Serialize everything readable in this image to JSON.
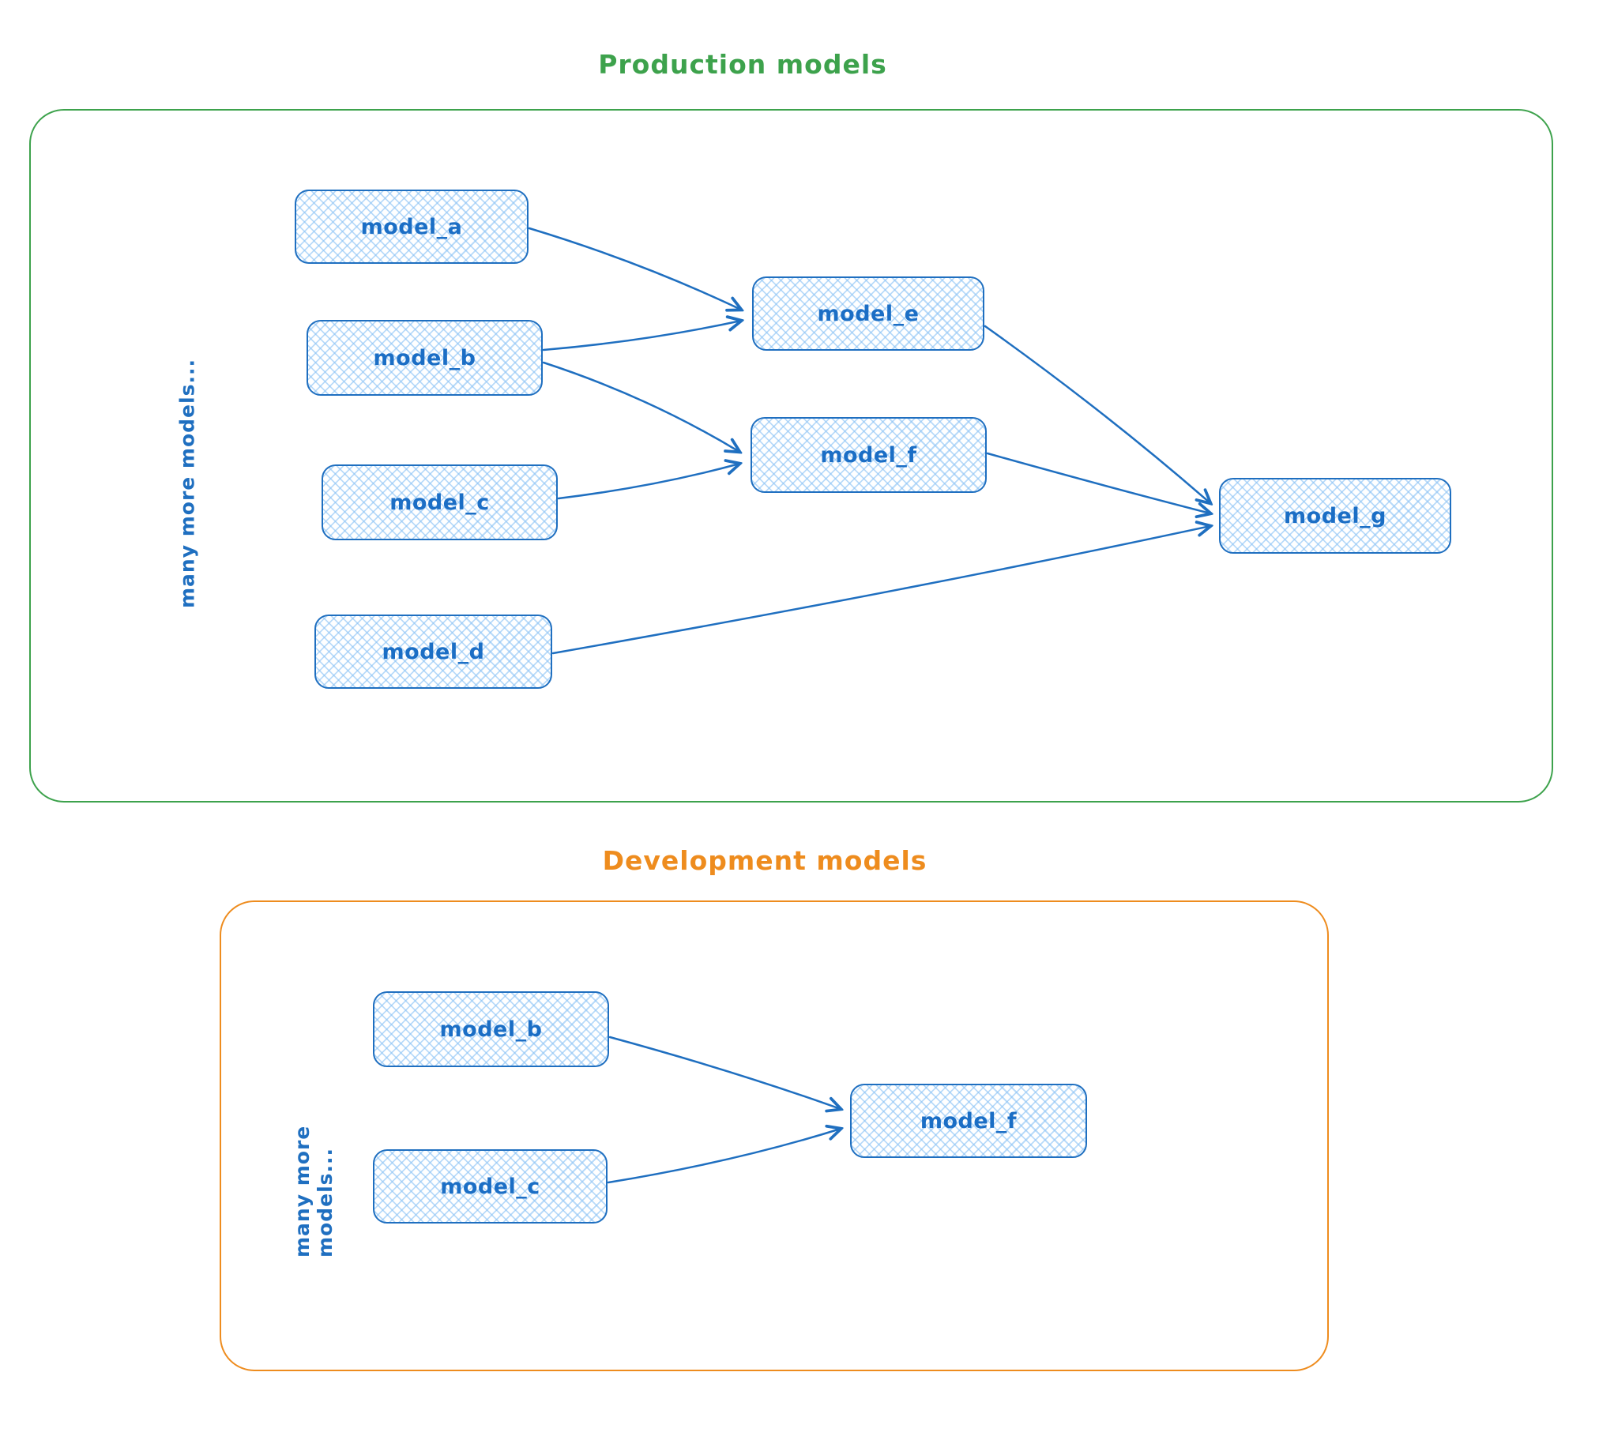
{
  "production": {
    "title": "Production models",
    "side_label": "many more models...",
    "nodes": {
      "model_a": "model_a",
      "model_b": "model_b",
      "model_c": "model_c",
      "model_d": "model_d",
      "model_e": "model_e",
      "model_f": "model_f",
      "model_g": "model_g"
    },
    "edges": [
      {
        "from": "model_a",
        "to": "model_e"
      },
      {
        "from": "model_b",
        "to": "model_e"
      },
      {
        "from": "model_b",
        "to": "model_f"
      },
      {
        "from": "model_c",
        "to": "model_f"
      },
      {
        "from": "model_e",
        "to": "model_g"
      },
      {
        "from": "model_f",
        "to": "model_g"
      },
      {
        "from": "model_d",
        "to": "model_g"
      }
    ]
  },
  "development": {
    "title": "Development models",
    "side_label": "many more models...",
    "nodes": {
      "model_b": "model_b",
      "model_c": "model_c",
      "model_f": "model_f"
    },
    "edges": [
      {
        "from": "model_b",
        "to": "model_f"
      },
      {
        "from": "model_c",
        "to": "model_f"
      }
    ]
  },
  "colors": {
    "node_stroke": "#1f6fc0",
    "node_fill_hatch": "#8cc3f5",
    "node_label": "#1b6ec5",
    "production_accent": "#3da24c",
    "development_accent": "#ee8c1e"
  }
}
